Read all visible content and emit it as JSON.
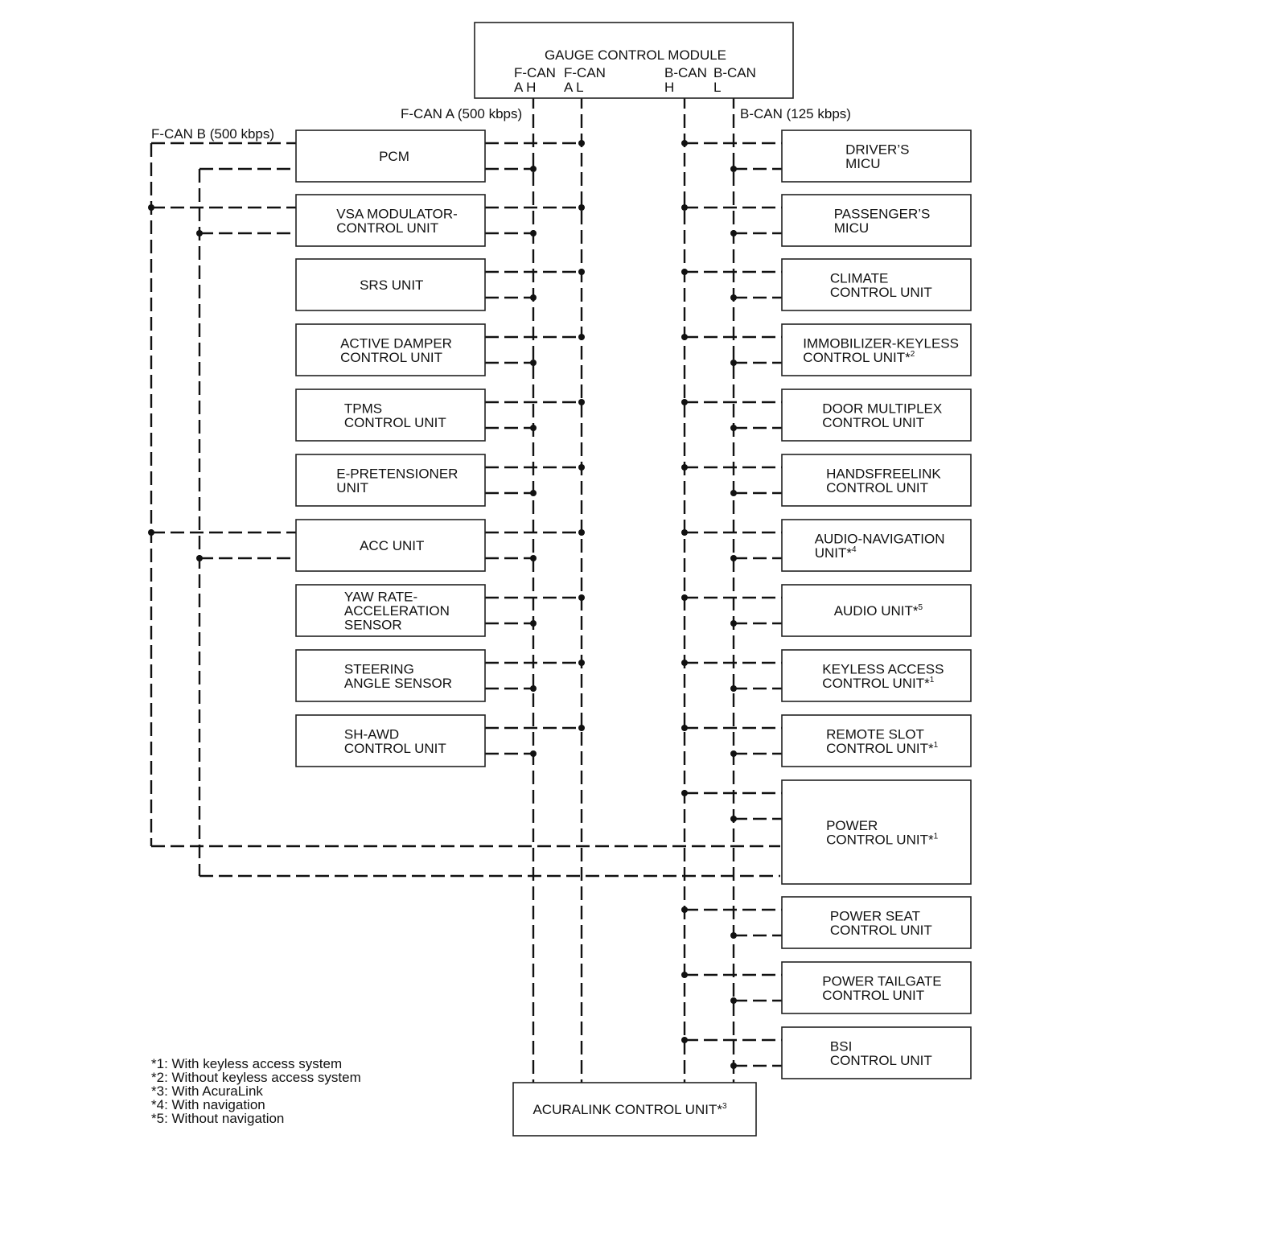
{
  "gauge": {
    "title": "GAUGE CONTROL MODULE",
    "fcan_ah": [
      "F-CAN",
      "A H"
    ],
    "fcan_al": [
      "F-CAN",
      "A L"
    ],
    "bcan_h": [
      "B-CAN",
      "H"
    ],
    "bcan_l": [
      "B-CAN",
      "L"
    ]
  },
  "bus_labels": {
    "fcan_a": "F-CAN A (500 kbps)",
    "bcan": "B-CAN (125 kbps)",
    "fcan_b": "F-CAN B (500 kbps)"
  },
  "left_units": [
    {
      "lines": [
        "PCM"
      ],
      "sup": ""
    },
    {
      "lines": [
        "VSA MODULATOR-",
        "CONTROL UNIT"
      ],
      "sup": ""
    },
    {
      "lines": [
        "SRS UNIT"
      ],
      "sup": ""
    },
    {
      "lines": [
        "ACTIVE DAMPER",
        "CONTROL UNIT"
      ],
      "sup": ""
    },
    {
      "lines": [
        "TPMS",
        "CONTROL UNIT"
      ],
      "sup": ""
    },
    {
      "lines": [
        "E-PRETENSIONER",
        "UNIT"
      ],
      "sup": ""
    },
    {
      "lines": [
        "ACC UNIT"
      ],
      "sup": ""
    },
    {
      "lines": [
        "YAW RATE-",
        "ACCELERATION",
        "SENSOR"
      ],
      "sup": ""
    },
    {
      "lines": [
        "STEERING",
        "ANGLE SENSOR"
      ],
      "sup": ""
    },
    {
      "lines": [
        "SH-AWD",
        "CONTROL UNIT"
      ],
      "sup": ""
    }
  ],
  "right_units": [
    {
      "lines": [
        "DRIVER’S",
        "MICU"
      ],
      "sup": ""
    },
    {
      "lines": [
        "PASSENGER’S",
        "MICU"
      ],
      "sup": ""
    },
    {
      "lines": [
        "CLIMATE",
        "CONTROL UNIT"
      ],
      "sup": ""
    },
    {
      "lines": [
        "IMMOBILIZER-KEYLESS",
        "CONTROL UNIT*"
      ],
      "sup": "2"
    },
    {
      "lines": [
        "DOOR MULTIPLEX",
        "CONTROL UNIT"
      ],
      "sup": ""
    },
    {
      "lines": [
        "HANDSFREELINK",
        "CONTROL UNIT"
      ],
      "sup": ""
    },
    {
      "lines": [
        "AUDIO-NAVIGATION",
        "UNIT*"
      ],
      "sup": "4"
    },
    {
      "lines": [
        "AUDIO UNIT*"
      ],
      "sup": "5"
    },
    {
      "lines": [
        "KEYLESS ACCESS",
        "CONTROL UNIT*"
      ],
      "sup": "1"
    },
    {
      "lines": [
        "REMOTE SLOT",
        "CONTROL UNIT*"
      ],
      "sup": "1"
    },
    {
      "lines": [
        "POWER",
        "CONTROL UNIT*"
      ],
      "sup": "1"
    },
    {
      "lines": [
        "POWER SEAT",
        "CONTROL UNIT"
      ],
      "sup": ""
    },
    {
      "lines": [
        "POWER TAILGATE",
        "CONTROL UNIT"
      ],
      "sup": ""
    },
    {
      "lines": [
        "BSI",
        "CONTROL UNIT"
      ],
      "sup": ""
    }
  ],
  "acuralink": {
    "label": "ACURALINK CONTROL UNIT*",
    "sup": "3"
  },
  "footnotes": [
    "*1: With keyless access system",
    "*2: Without keyless access system",
    "*3: With AcuraLink",
    "*4: With navigation",
    "*5: Without navigation"
  ]
}
